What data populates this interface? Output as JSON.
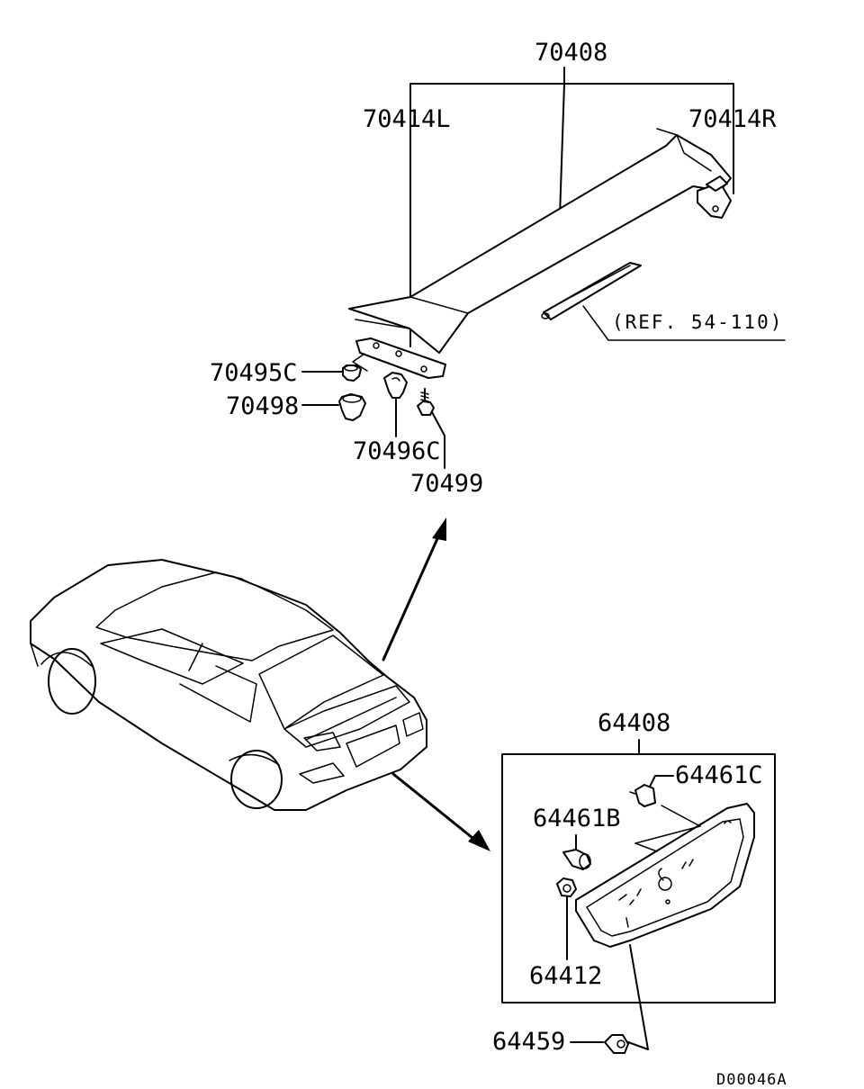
{
  "labels": {
    "spoiler_assy": "70408",
    "bracket_left": "70414L",
    "bracket_right": "70414R",
    "ref_note": "(REF. 54-110)",
    "clip_70495c": "70495C",
    "grommet_70498": "70498",
    "clip_70496c": "70496C",
    "screw_70499": "70499",
    "garnish_assy": "64408",
    "clip_64461c": "64461C",
    "clip_64461b": "64461B",
    "nut_64412": "64412",
    "screw_64459": "64459"
  },
  "diagram_code": "D00046A"
}
